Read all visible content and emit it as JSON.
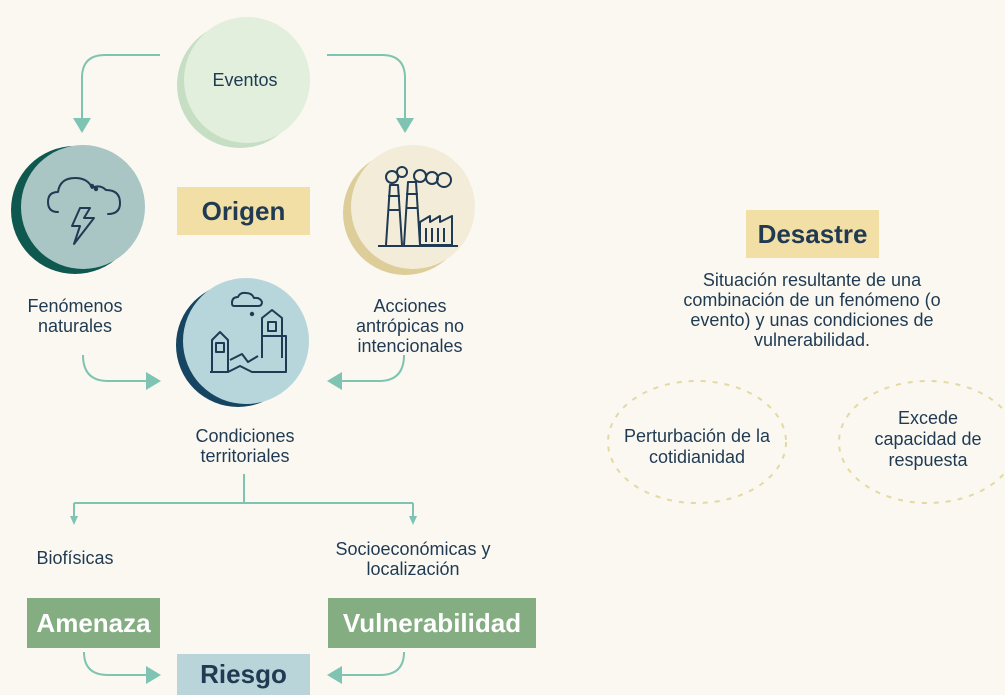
{
  "events_label": "Eventos",
  "origin_label": "Origen",
  "natural_label": "Fenómenos naturales",
  "anthropic_label": "Acciones antrópicas no intencionales",
  "territorial_label": "Condiciones territoriales",
  "biophysical_label": "Biofísicas",
  "socioeconomic_label": "Socioeconómicas y localización",
  "threat_label": "Amenaza",
  "vulnerability_label": "Vulnerabilidad",
  "risk_label": "Riesgo",
  "disaster_title": "Desastre",
  "disaster_description": "Situación resultante de una combinación de un fenómeno (o evento) y unas condiciones de vulnerabilidad.",
  "perturbation_label": "Perturbación de la cotidianidad",
  "capacity_label": "Excede capacidad de respuesta",
  "colors": {
    "background": "#faf8f1",
    "arrow": "#7fc4b2",
    "navy": "#1f3a52",
    "yellow_box": "#f2dfa6",
    "green_box": "#84ad82",
    "blue_box": "#b9d5d9",
    "dashed": "#e3d9a4"
  },
  "icons": [
    "storm-cloud-icon",
    "factory-icon",
    "houses-landslide-icon"
  ]
}
